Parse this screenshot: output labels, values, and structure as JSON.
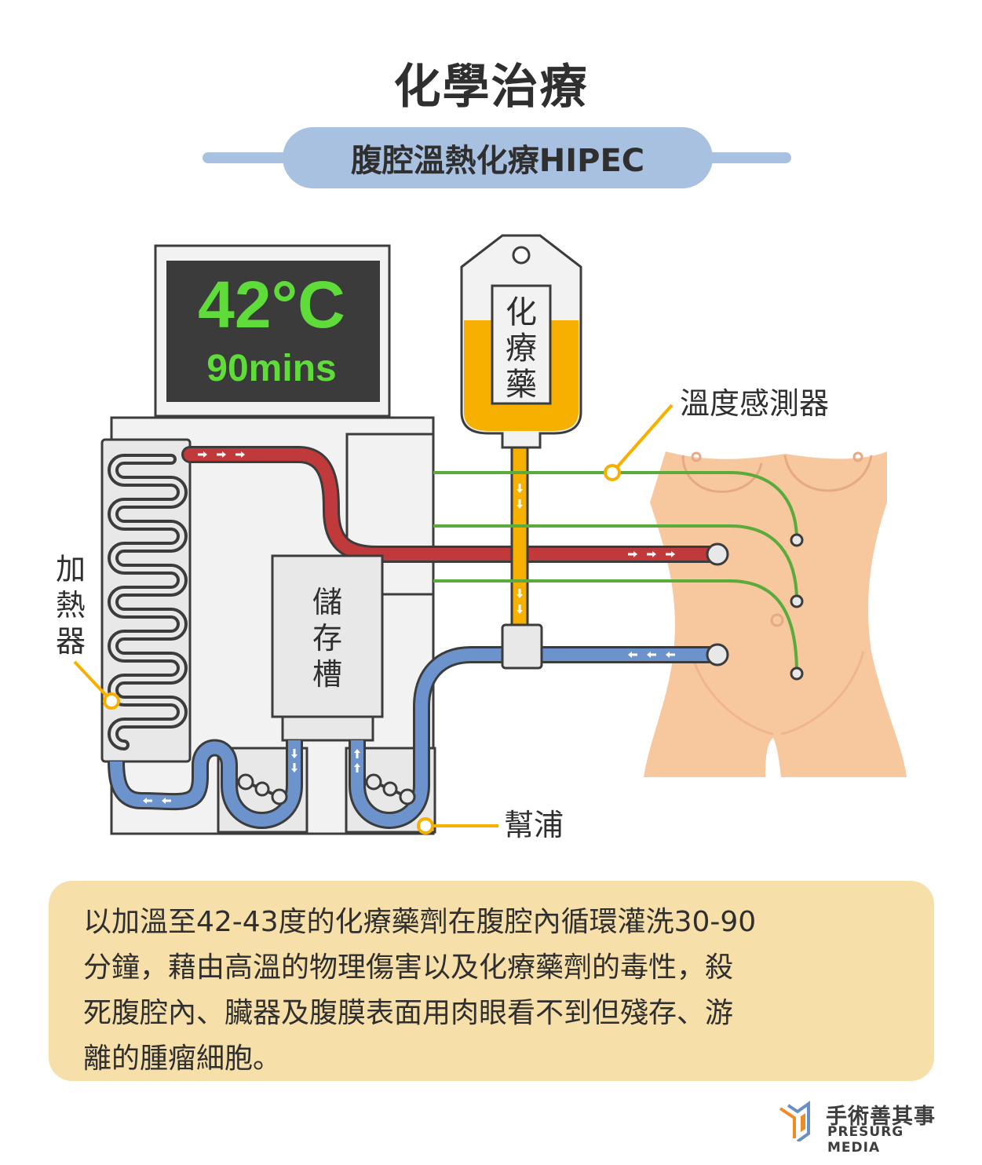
{
  "title": "化學治療",
  "subtitle": "腹腔溫熱化療HIPEC",
  "display": {
    "temperature": "42°C",
    "duration": "90mins"
  },
  "labels": {
    "bag_chars": [
      "化",
      "療",
      "藥"
    ],
    "heater_chars": [
      "加",
      "熱",
      "器"
    ],
    "reservoir_chars": [
      "儲",
      "存",
      "槽"
    ],
    "sensor": "溫度感測器",
    "pump": "幫浦"
  },
  "description": [
    "以加溫至42-43度的化療藥劑在腹腔內循環灌洗30-90",
    "分鐘，藉由高溫的物理傷害以及化療藥劑的毒性，殺",
    "死腹腔內、臟器及腹膜表面用肉眼看不到但殘存、游",
    "離的腫瘤細胞。"
  ],
  "logo": {
    "name_cn": "手術善其事",
    "name_en": "PRESURG MEDIA"
  },
  "colors": {
    "screen_text": "#5fdc3a",
    "hot_tube": "#c0393b",
    "cold_tube": "#6c93cc",
    "drug": "#f6b000",
    "sensor_wire": "#5aaa3c",
    "skin": "#f7c79e",
    "accent_label_line": "#f6b000"
  }
}
